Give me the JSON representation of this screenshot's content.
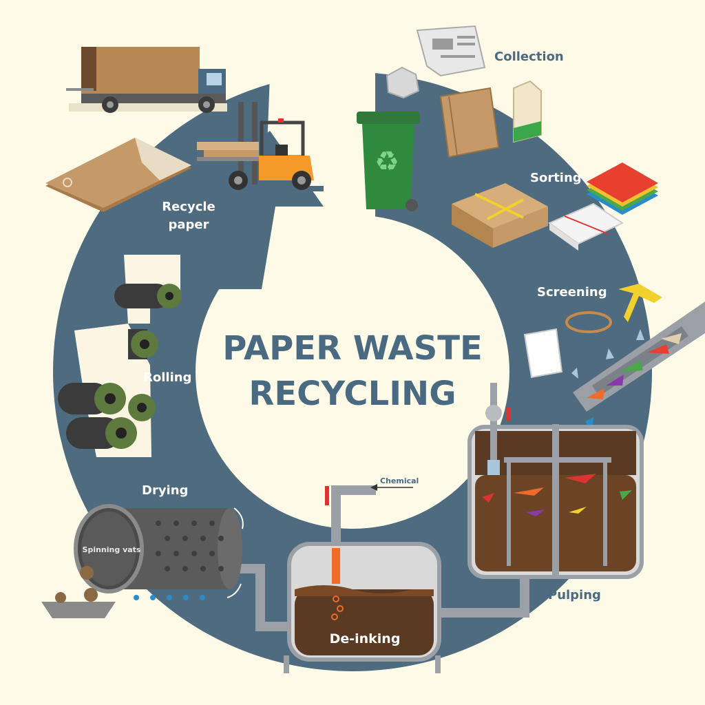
{
  "title": {
    "line1": "PAPER WASTE",
    "line2": "RECYCLING"
  },
  "stages": {
    "collection": "Collection",
    "sorting": "Sorting",
    "screening": "Screening",
    "pulping": "Pulping",
    "deinking": "De-inking",
    "drying": "Drying",
    "rolling": "Rolling",
    "recycle_line1": "Recycle",
    "recycle_line2": "paper"
  },
  "annotations": {
    "chemical": "Chemical",
    "spinning_vats": "Spinning vats"
  },
  "colors": {
    "background": "#fdfbe8",
    "ring": "#4f6b80",
    "title": "#4a6a82",
    "cardboard": "#c69a68",
    "bin_green": "#2f7a3a",
    "forklift_orange": "#f39a2a",
    "pulp_brown": "#6b4426",
    "roll_green": "#5f7a3e"
  }
}
